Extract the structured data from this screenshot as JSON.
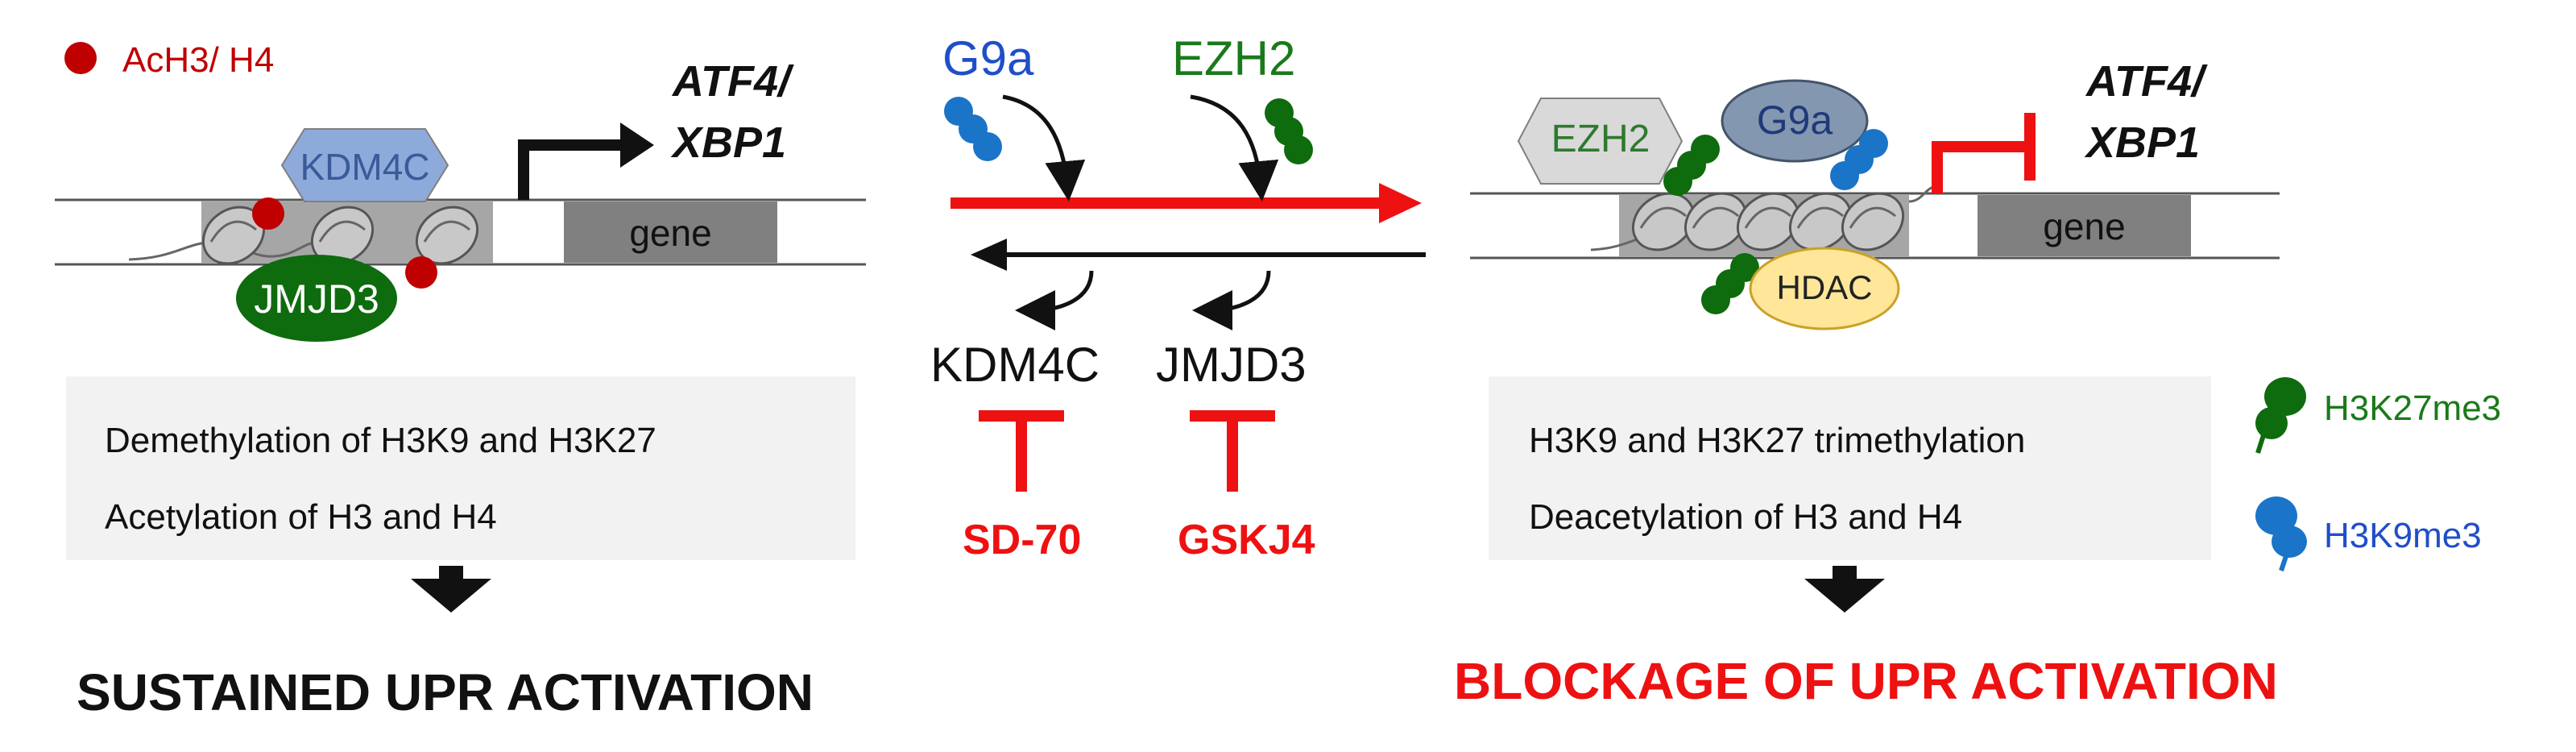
{
  "legend_left": {
    "label": "AcH3/ H4",
    "color": "#c00000"
  },
  "left": {
    "kdm4c": "KDM4C",
    "jmjd3": "JMJD3",
    "gene": "gene",
    "target_line1": "ATF4/",
    "target_line2": "XBP1",
    "effects": [
      "Demethylation of H3K9 and H3K27",
      "Acetylation of H3 and H4"
    ],
    "outcome": "SUSTAINED UPR ACTIVATION",
    "outcome_color": "#000000"
  },
  "middle": {
    "writer1": {
      "label": "G9a",
      "color": "#1f4fc8"
    },
    "writer2": {
      "label": "EZH2",
      "color": "#1a7a1a"
    },
    "eraser1": "KDM4C",
    "eraser2": "JMJD3",
    "inhibitor1": "SD-70",
    "inhibitor2": "GSKJ4",
    "inhibitor_color": "#ee1111"
  },
  "right": {
    "ezh2": "EZH2",
    "g9a": "G9a",
    "hdac": "HDAC",
    "gene": "gene",
    "target_line1": "ATF4/",
    "target_line2": "XBP1",
    "effects": [
      "H3K9 and H3K27 trimethylation",
      "Deacetylation of H3 and H4"
    ],
    "outcome": "BLOCKAGE OF UPR ACTIVATION",
    "outcome_color": "#ee1111"
  },
  "legend_right": [
    {
      "label": "H3K27me3",
      "color": "#1a7a1a"
    },
    {
      "label": "H3K9me3",
      "color": "#1f4fc8"
    }
  ]
}
